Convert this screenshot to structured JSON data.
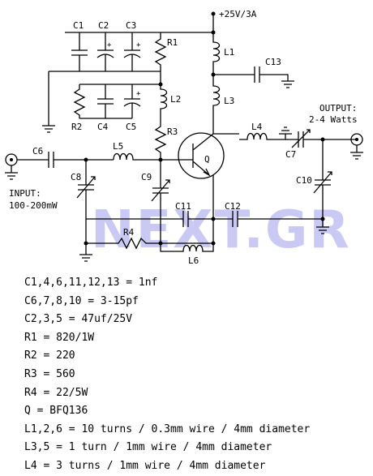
{
  "watermark": "NEXT.GR",
  "supply": "+25V/3A",
  "output": {
    "line1": "OUTPUT:",
    "line2": "2-4 Watts"
  },
  "input": {
    "line1": "INPUT:",
    "line2": "100-200mW"
  },
  "labels": {
    "C1": "C1",
    "C2": "C2",
    "C3": "C3",
    "C4": "C4",
    "C5": "C5",
    "C6": "C6",
    "C7": "C7",
    "C8": "C8",
    "C9": "C9",
    "C10": "C10",
    "C11": "C11",
    "C12": "C12",
    "C13": "C13",
    "R1": "R1",
    "R2": "R2",
    "R3": "R3",
    "R4": "R4",
    "L1": "L1",
    "L2": "L2",
    "L3": "L3",
    "L4": "L4",
    "L5": "L5",
    "L6": "L6",
    "Q": "Q",
    "plus": "+"
  },
  "parts_list": [
    "C1,4,6,11,12,13 = 1nf",
    "C6,7,8,10 = 3-15pf",
    "C2,3,5 = 47uf/25V",
    "R1 = 820/1W",
    "R2 = 220",
    "R3 = 560",
    "R4 = 22/5W",
    "Q = BFQ136",
    "L1,2,6 = 10 turns / 0.3mm wire / 4mm diameter",
    "L3,5 = 1 turn / 1mm wire / 4mm diameter",
    "L4 = 3 turns / 1mm wire / 4mm diameter"
  ]
}
